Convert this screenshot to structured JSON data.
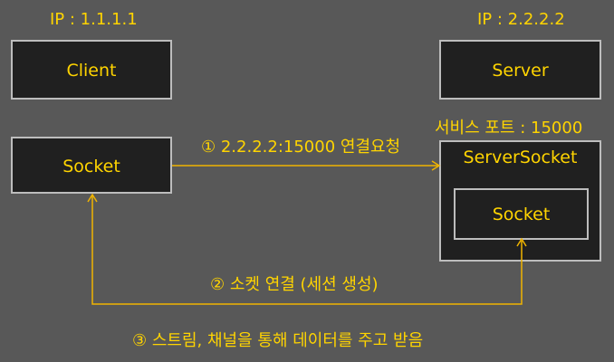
{
  "client": {
    "ip_label": "IP : 1.1.1.1",
    "box_label": "Client"
  },
  "server": {
    "ip_label": "IP : 2.2.2.2",
    "box_label": "Server",
    "service_port_label": "서비스 포트 : 15000",
    "server_socket_label": "ServerSocket",
    "inner_socket_label": "Socket"
  },
  "client_socket": {
    "label": "Socket"
  },
  "steps": {
    "step1": "① 2.2.2.2:15000 연결요청",
    "step2": "② 소켓 연결 (세션 생성)",
    "step3": "③ 스트림, 채널을 통해 데이터를 주고 받음"
  },
  "colors": {
    "background": "#585858",
    "box_fill": "#202020",
    "box_border": "#bdbdbd",
    "text": "#ffd400",
    "arrow": "#f0b400"
  }
}
